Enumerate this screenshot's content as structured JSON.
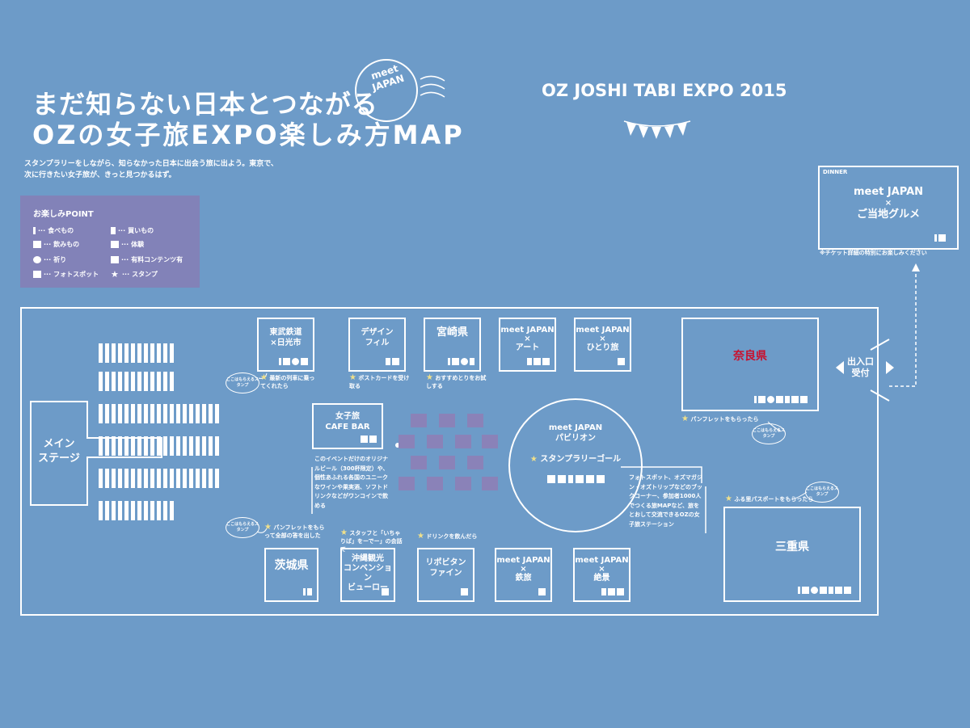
{
  "title": {
    "line1": "まだ知らない日本とつながる",
    "line2": "OZの女子旅EXPO楽しみ方MAP",
    "stamp_logo": "meet JAPAN"
  },
  "event_name": "OZ JOSHI TABI EXPO 2015",
  "intro": {
    "line1": "スタンプラリーをしながら、知らなかった日本に出会う旅に出よう。東京で、",
    "line2": "次に行きたい女子旅が、きっと見つかるはず。"
  },
  "legend": {
    "title": "お楽しみPOINT",
    "items": [
      {
        "icon": "fork-icon",
        "label": "食べもの"
      },
      {
        "icon": "bag-icon",
        "label": "買いもの"
      },
      {
        "icon": "cup-icon",
        "label": "飲みもの"
      },
      {
        "icon": "experience-icon",
        "label": "体験"
      },
      {
        "icon": "heart-icon",
        "label": "祈り"
      },
      {
        "icon": "content-icon",
        "label": "有料コンテンツ有"
      },
      {
        "icon": "camera-icon",
        "label": "フォトスポット"
      },
      {
        "icon": "star-icon",
        "label": "スタンプ"
      }
    ]
  },
  "dinner": {
    "label": "DINNER",
    "line1": "meet JAPAN",
    "times": "×",
    "line2": "ご当地グルメ",
    "note": "※チケット詳細の特別にお楽しみください"
  },
  "entrance": {
    "line1": "出入口",
    "line2": "受付"
  },
  "main_stage": {
    "line1": "メイン",
    "line2": "ステージ"
  },
  "booths": {
    "tobu": {
      "l1": "東武鉄道",
      "l2": "×日光市"
    },
    "design": {
      "l1": "デザイン",
      "l2": "フィル"
    },
    "miyazaki": {
      "l1": "宮崎県"
    },
    "art": {
      "l1": "meet JAPAN",
      "l2": "×",
      "l3": "アート"
    },
    "solo": {
      "l1": "meet JAPAN",
      "l2": "×",
      "l3": "ひとり旅"
    },
    "nara": {
      "l1": "奈良県"
    },
    "cafe": {
      "l1": "女子旅",
      "l2": "CAFE BAR"
    },
    "ibaraki": {
      "l1": "茨城県"
    },
    "okinawa": {
      "l1": "沖縄観光",
      "l2": "コンベンション",
      "l3": "ビューロー"
    },
    "ripo": {
      "l1": "リポビタン",
      "l2": "ファイン"
    },
    "travel": {
      "l1": "meet JAPAN",
      "l2": "×",
      "l3": "鉄旅"
    },
    "scenery": {
      "l1": "meet JAPAN",
      "l2": "×",
      "l3": "絶景"
    },
    "mie": {
      "l1": "三重県"
    }
  },
  "pavilion": {
    "l1": "meet JAPAN",
    "l2": "パビリオン",
    "goal": "スタンプラリーゴール"
  },
  "notes": {
    "tobu": "最新の列車に乗ってくれたら",
    "design": "ポストカードを受け取る",
    "miyazaki": "おすすめとりをお試しする",
    "nara": "パンフレットをもらったら",
    "mie": "ふる里パスポートをもらったら",
    "ibaraki": "パンフレットをもらって全部の答を出した",
    "okinawa": "スタッフと「いちゃりば」をーでー」の会話で",
    "ripo": "ドリンクを飲んだら",
    "bubble": "ここはもらえるスタンプ"
  },
  "cafe_desc": "このイベントだけのオリジナルビール（300杯限定）や、個性あふれる各国のユニークなワインや果実酒、ソフトドリンクなどがワンコインで飲める",
  "pavilion_desc": "フォトスポット、オズマガジン・オズトリップなどのブックコーナー、参加者1000人でつくる旅MAPなど、旅をとおして交流できるOZの女子旅ステーション",
  "colors": {
    "background": "#6d9bc8",
    "legend": "#8282b8",
    "nara_label": "#c8102e",
    "star": "#f0e08a"
  }
}
